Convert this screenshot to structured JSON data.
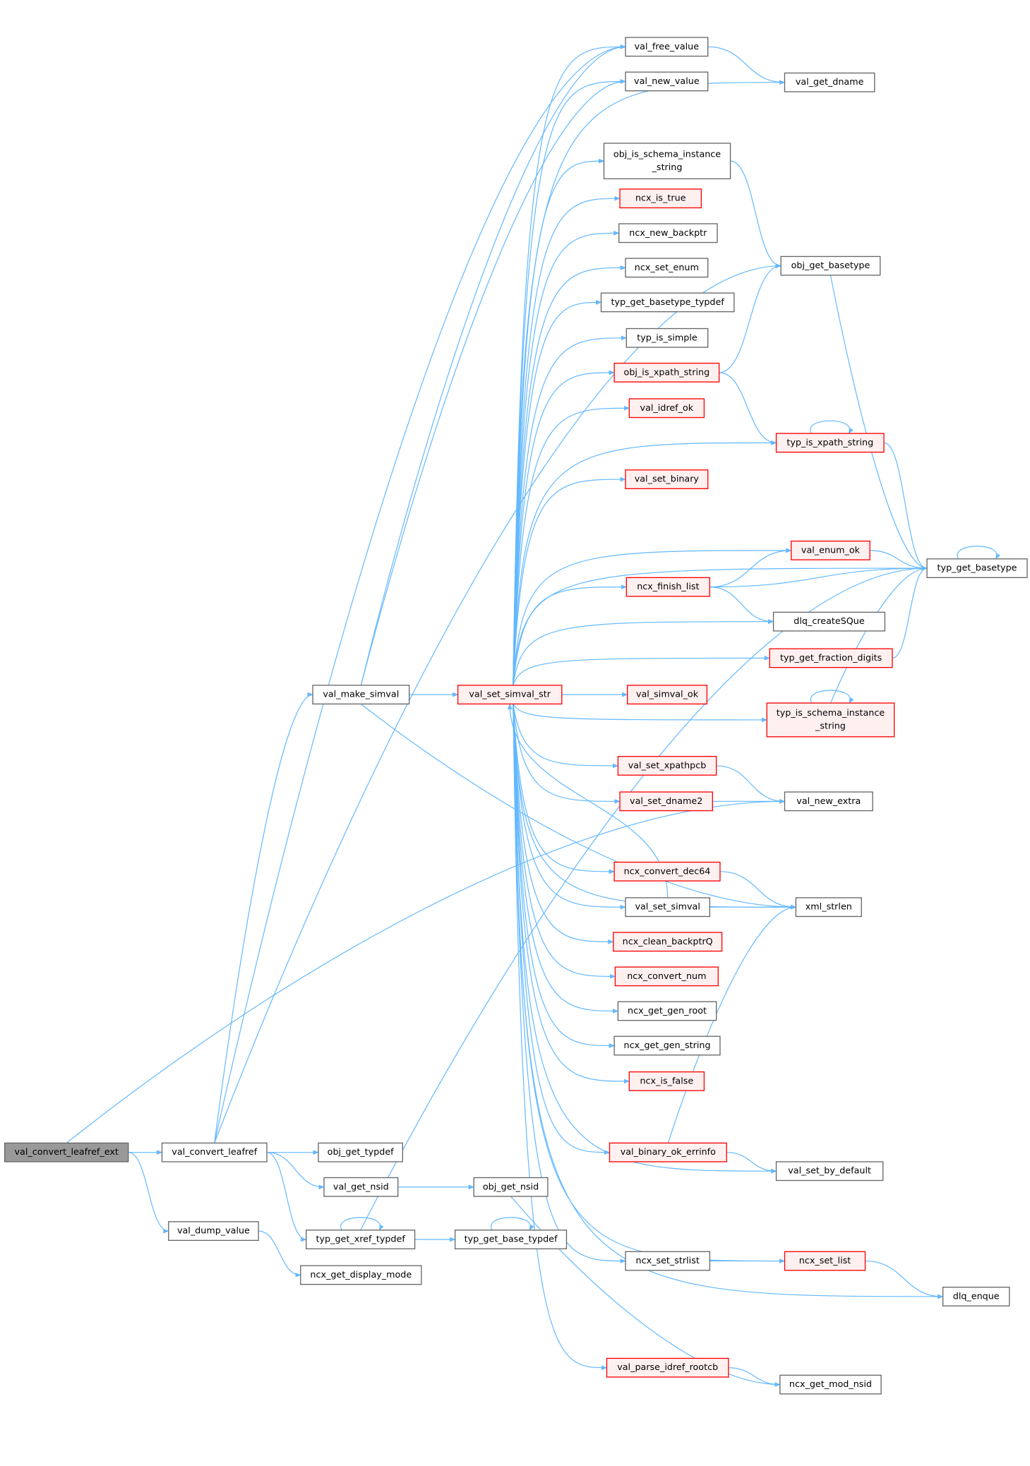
{
  "title": "val_convert_leafref_ext call graph",
  "colors": {
    "edge": "#63b8ff",
    "node_border": "#666666",
    "highlight_fill": "#999999",
    "red_border": "#ff0000",
    "red_fill": "#fff0f0"
  },
  "nodes": {
    "val_convert_leafref_ext": {
      "label": [
        "val_convert_leafref_ext"
      ],
      "style": "root"
    },
    "val_convert_leafref": {
      "label": [
        "val_convert_leafref"
      ],
      "style": "normal"
    },
    "val_dump_value": {
      "label": [
        "val_dump_value"
      ],
      "style": "normal"
    },
    "val_make_simval": {
      "label": [
        "val_make_simval"
      ],
      "style": "normal"
    },
    "obj_get_typdef": {
      "label": [
        "obj_get_typdef"
      ],
      "style": "normal"
    },
    "val_get_nsid": {
      "label": [
        "val_get_nsid"
      ],
      "style": "normal"
    },
    "typ_get_xref_typdef": {
      "label": [
        "typ_get_xref_typdef"
      ],
      "style": "normal"
    },
    "ncx_get_display_mode": {
      "label": [
        "ncx_get_display_mode"
      ],
      "style": "normal"
    },
    "obj_get_nsid": {
      "label": [
        "obj_get_nsid"
      ],
      "style": "normal"
    },
    "typ_get_base_typdef": {
      "label": [
        "typ_get_base_typdef"
      ],
      "style": "normal"
    },
    "val_set_simval_str": {
      "label": [
        "val_set_simval_str"
      ],
      "style": "red"
    },
    "val_free_value": {
      "label": [
        "val_free_value"
      ],
      "style": "normal"
    },
    "val_new_value": {
      "label": [
        "val_new_value"
      ],
      "style": "normal"
    },
    "obj_is_schema_instance_string": {
      "label": [
        "obj_is_schema_instance",
        "_string"
      ],
      "style": "normal"
    },
    "ncx_is_true": {
      "label": [
        "ncx_is_true"
      ],
      "style": "red"
    },
    "ncx_new_backptr": {
      "label": [
        "ncx_new_backptr"
      ],
      "style": "normal"
    },
    "ncx_set_enum": {
      "label": [
        "ncx_set_enum"
      ],
      "style": "normal"
    },
    "typ_get_basetype_typdef": {
      "label": [
        "typ_get_basetype_typdef"
      ],
      "style": "normal"
    },
    "typ_is_simple": {
      "label": [
        "typ_is_simple"
      ],
      "style": "normal"
    },
    "obj_is_xpath_string": {
      "label": [
        "obj_is_xpath_string"
      ],
      "style": "red"
    },
    "val_idref_ok": {
      "label": [
        "val_idref_ok"
      ],
      "style": "red"
    },
    "val_set_binary": {
      "label": [
        "val_set_binary"
      ],
      "style": "red"
    },
    "ncx_finish_list": {
      "label": [
        "ncx_finish_list"
      ],
      "style": "red"
    },
    "val_simval_ok": {
      "label": [
        "val_simval_ok"
      ],
      "style": "red"
    },
    "val_set_xpathpcb": {
      "label": [
        "val_set_xpathpcb"
      ],
      "style": "red"
    },
    "val_set_dname2": {
      "label": [
        "val_set_dname2"
      ],
      "style": "red"
    },
    "ncx_convert_dec64": {
      "label": [
        "ncx_convert_dec64"
      ],
      "style": "red"
    },
    "val_set_simval": {
      "label": [
        "val_set_simval"
      ],
      "style": "normal"
    },
    "ncx_clean_backptrQ": {
      "label": [
        "ncx_clean_backptrQ"
      ],
      "style": "red"
    },
    "ncx_convert_num": {
      "label": [
        "ncx_convert_num"
      ],
      "style": "red"
    },
    "ncx_get_gen_root": {
      "label": [
        "ncx_get_gen_root"
      ],
      "style": "normal"
    },
    "ncx_get_gen_string": {
      "label": [
        "ncx_get_gen_string"
      ],
      "style": "normal"
    },
    "ncx_is_false": {
      "label": [
        "ncx_is_false"
      ],
      "style": "red"
    },
    "val_binary_ok_errinfo": {
      "label": [
        "val_binary_ok_errinfo"
      ],
      "style": "red"
    },
    "ncx_set_strlist": {
      "label": [
        "ncx_set_strlist"
      ],
      "style": "normal"
    },
    "val_parse_idref_rootcb": {
      "label": [
        "val_parse_idref_rootcb"
      ],
      "style": "red"
    },
    "val_get_dname": {
      "label": [
        "val_get_dname"
      ],
      "style": "normal"
    },
    "obj_get_basetype": {
      "label": [
        "obj_get_basetype"
      ],
      "style": "normal"
    },
    "typ_is_xpath_string": {
      "label": [
        "typ_is_xpath_string"
      ],
      "style": "red"
    },
    "val_enum_ok": {
      "label": [
        "val_enum_ok"
      ],
      "style": "red"
    },
    "dlq_createSQue": {
      "label": [
        "dlq_createSQue"
      ],
      "style": "normal"
    },
    "typ_get_fraction_digits": {
      "label": [
        "typ_get_fraction_digits"
      ],
      "style": "red"
    },
    "typ_is_schema_instance_string": {
      "label": [
        "typ_is_schema_instance",
        "_string"
      ],
      "style": "red"
    },
    "val_new_extra": {
      "label": [
        "val_new_extra"
      ],
      "style": "normal"
    },
    "xml_strlen": {
      "label": [
        "xml_strlen"
      ],
      "style": "normal"
    },
    "val_set_by_default": {
      "label": [
        "val_set_by_default"
      ],
      "style": "normal"
    },
    "ncx_set_list": {
      "label": [
        "ncx_set_list"
      ],
      "style": "red"
    },
    "ncx_get_mod_nsid": {
      "label": [
        "ncx_get_mod_nsid"
      ],
      "style": "normal"
    },
    "typ_get_basetype": {
      "label": [
        "typ_get_basetype"
      ],
      "style": "normal"
    },
    "dlq_enque": {
      "label": [
        "dlq_enque"
      ],
      "style": "normal"
    }
  },
  "edges": [
    [
      "val_convert_leafref_ext",
      "val_convert_leafref"
    ],
    [
      "val_convert_leafref_ext",
      "val_dump_value"
    ],
    [
      "val_convert_leafref_ext",
      "val_new_extra"
    ],
    [
      "val_convert_leafref",
      "val_free_value"
    ],
    [
      "val_convert_leafref",
      "val_make_simval"
    ],
    [
      "val_convert_leafref",
      "obj_get_typdef"
    ],
    [
      "val_convert_leafref",
      "val_get_nsid"
    ],
    [
      "val_convert_leafref",
      "typ_get_xref_typdef"
    ],
    [
      "val_convert_leafref",
      "obj_get_basetype"
    ],
    [
      "val_dump_value",
      "ncx_get_display_mode"
    ],
    [
      "val_make_simval",
      "val_free_value"
    ],
    [
      "val_make_simval",
      "val_new_value"
    ],
    [
      "val_make_simval",
      "val_set_simval_str"
    ],
    [
      "val_make_simval",
      "xml_strlen"
    ],
    [
      "val_get_nsid",
      "obj_get_nsid"
    ],
    [
      "obj_get_nsid",
      "ncx_get_mod_nsid"
    ],
    [
      "typ_get_xref_typdef",
      "typ_get_xref_typdef"
    ],
    [
      "typ_get_xref_typdef",
      "typ_get_base_typdef"
    ],
    [
      "typ_get_xref_typdef",
      "typ_get_basetype"
    ],
    [
      "typ_get_base_typdef",
      "typ_get_base_typdef"
    ],
    [
      "val_set_simval_str",
      "val_free_value"
    ],
    [
      "val_set_simval_str",
      "val_new_value"
    ],
    [
      "val_set_simval_str",
      "val_get_dname"
    ],
    [
      "val_set_simval_str",
      "obj_is_schema_instance_string"
    ],
    [
      "val_set_simval_str",
      "ncx_is_true"
    ],
    [
      "val_set_simval_str",
      "ncx_new_backptr"
    ],
    [
      "val_set_simval_str",
      "ncx_set_enum"
    ],
    [
      "val_set_simval_str",
      "typ_get_basetype_typdef"
    ],
    [
      "val_set_simval_str",
      "typ_is_simple"
    ],
    [
      "val_set_simval_str",
      "obj_is_xpath_string"
    ],
    [
      "val_set_simval_str",
      "val_idref_ok"
    ],
    [
      "val_set_simval_str",
      "typ_is_xpath_string"
    ],
    [
      "val_set_simval_str",
      "val_set_binary"
    ],
    [
      "val_set_simval_str",
      "typ_get_basetype"
    ],
    [
      "val_set_simval_str",
      "val_enum_ok"
    ],
    [
      "val_set_simval_str",
      "ncx_finish_list"
    ],
    [
      "val_set_simval_str",
      "dlq_createSQue"
    ],
    [
      "val_set_simval_str",
      "typ_get_fraction_digits"
    ],
    [
      "val_set_simval_str",
      "val_simval_ok"
    ],
    [
      "val_set_simval_str",
      "typ_is_schema_instance_string"
    ],
    [
      "val_set_simval_str",
      "val_set_xpathpcb"
    ],
    [
      "val_set_simval_str",
      "val_set_dname2"
    ],
    [
      "val_set_simval_str",
      "xml_strlen"
    ],
    [
      "val_set_simval_str",
      "ncx_convert_dec64"
    ],
    [
      "val_set_simval_str",
      "val_set_simval"
    ],
    [
      "val_set_simval_str",
      "ncx_clean_backptrQ"
    ],
    [
      "val_set_simval_str",
      "ncx_convert_num"
    ],
    [
      "val_set_simval_str",
      "ncx_get_gen_root"
    ],
    [
      "val_set_simval_str",
      "ncx_get_gen_string"
    ],
    [
      "val_set_simval_str",
      "ncx_is_false"
    ],
    [
      "val_set_simval_str",
      "val_binary_ok_errinfo"
    ],
    [
      "val_set_simval_str",
      "val_set_by_default"
    ],
    [
      "val_set_simval_str",
      "ncx_set_strlist"
    ],
    [
      "val_set_simval_str",
      "ncx_set_list"
    ],
    [
      "val_set_simval_str",
      "dlq_enque"
    ],
    [
      "val_set_simval_str",
      "val_parse_idref_rootcb"
    ],
    [
      "val_free_value",
      "val_get_dname"
    ],
    [
      "obj_is_schema_instance_string",
      "obj_get_basetype"
    ],
    [
      "obj_is_xpath_string",
      "obj_get_basetype"
    ],
    [
      "obj_is_xpath_string",
      "typ_is_xpath_string"
    ],
    [
      "typ_is_xpath_string",
      "typ_is_xpath_string"
    ],
    [
      "typ_is_xpath_string",
      "typ_get_basetype"
    ],
    [
      "obj_get_basetype",
      "typ_get_basetype"
    ],
    [
      "typ_get_basetype",
      "typ_get_basetype"
    ],
    [
      "val_enum_ok",
      "typ_get_basetype"
    ],
    [
      "ncx_finish_list",
      "val_enum_ok"
    ],
    [
      "ncx_finish_list",
      "typ_get_basetype"
    ],
    [
      "ncx_finish_list",
      "dlq_createSQue"
    ],
    [
      "typ_get_fraction_digits",
      "typ_get_basetype"
    ],
    [
      "typ_is_schema_instance_string",
      "typ_is_schema_instance_string"
    ],
    [
      "typ_is_schema_instance_string",
      "typ_get_basetype"
    ],
    [
      "val_set_xpathpcb",
      "val_new_extra"
    ],
    [
      "val_set_dname2",
      "val_new_extra"
    ],
    [
      "ncx_convert_dec64",
      "xml_strlen"
    ],
    [
      "val_set_simval",
      "xml_strlen"
    ],
    [
      "val_set_simval",
      "val_set_simval_str"
    ],
    [
      "val_binary_ok_errinfo",
      "xml_strlen"
    ],
    [
      "val_binary_ok_errinfo",
      "val_set_by_default"
    ],
    [
      "ncx_set_strlist",
      "ncx_set_list"
    ],
    [
      "ncx_set_list",
      "dlq_enque"
    ],
    [
      "val_parse_idref_rootcb",
      "ncx_get_mod_nsid"
    ]
  ]
}
